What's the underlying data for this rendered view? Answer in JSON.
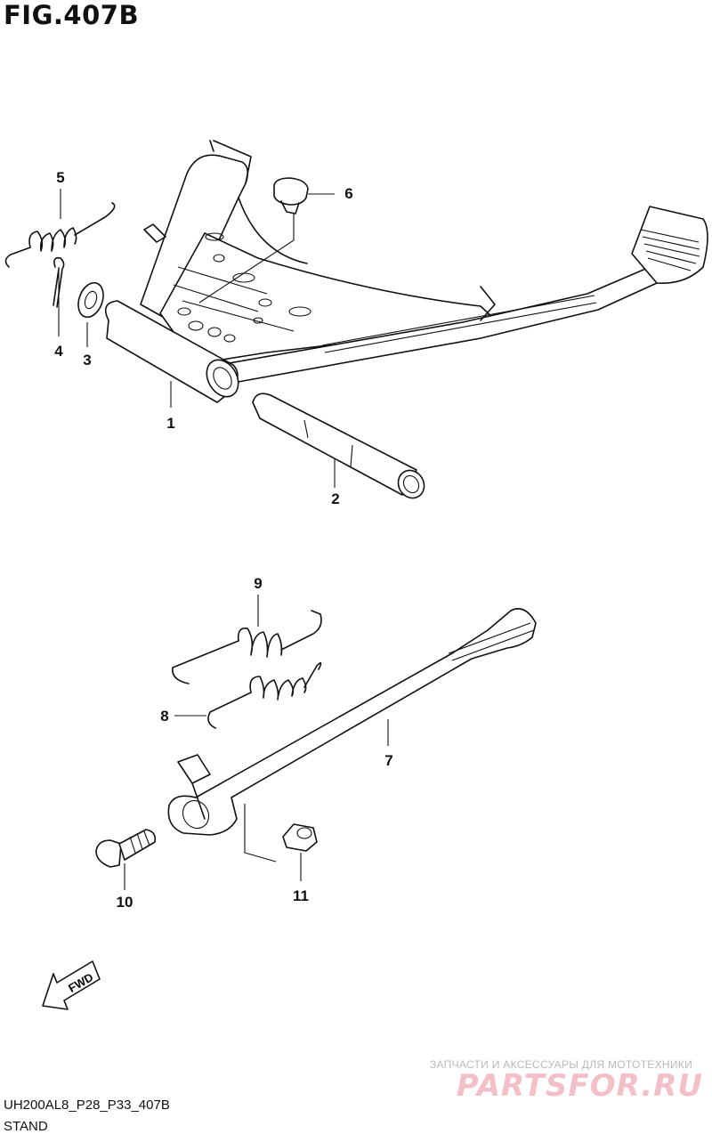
{
  "figure": {
    "title": "FIG.407B",
    "code": "UH200AL8_P28_P33_407B",
    "name": "STAND"
  },
  "callouts": [
    "1",
    "2",
    "3",
    "4",
    "5",
    "6",
    "7",
    "8",
    "9",
    "10",
    "11"
  ],
  "fwd_label": "FWD",
  "watermark": {
    "tagline": "ЗАПЧАСТИ И АКСЕССУАРЫ ДЛЯ МОТОТЕХНИКИ",
    "logo": "PARTSFOR.RU"
  }
}
